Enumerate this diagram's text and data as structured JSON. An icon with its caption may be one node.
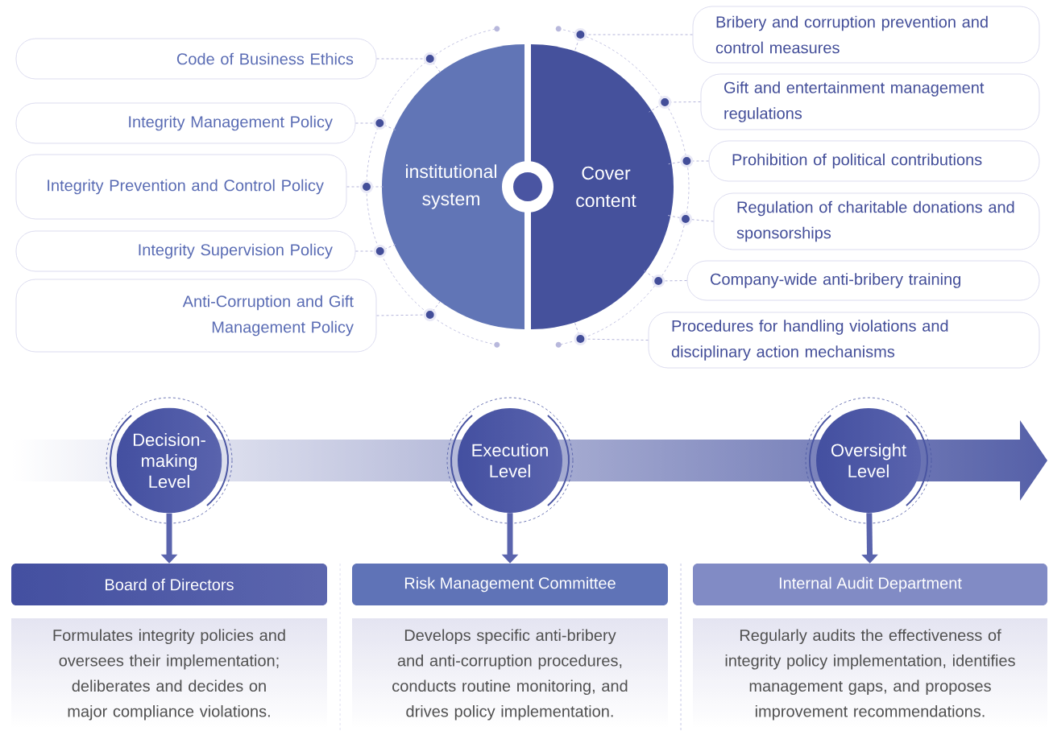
{
  "diagram": {
    "nodes": [
      {
        "text": [
          "institutional system"
        ]
      },
      {
        "text": [
          "Cover content"
        ]
      },
      {
        "text": [
          "Code of Business Ethics"
        ]
      },
      {
        "text": [
          "Integrity Management Policy"
        ]
      },
      {
        "text": [
          "Integrity Prevention and Control Policy"
        ]
      },
      {
        "text": [
          "Integrity Supervision Policy"
        ]
      },
      {
        "text": [
          "Anti-Corruption and Gift Management Policy"
        ]
      },
      {
        "text": [
          "Bribery and corruption prevention and control measures"
        ]
      },
      {
        "text": [
          "Gift and entertainment management regulations"
        ]
      },
      {
        "text": [
          "Prohibition of political contributions"
        ]
      },
      {
        "text": [
          "Regulation of charitable donations and sponsorships"
        ]
      },
      {
        "text": [
          "Company-wide anti-bribery training"
        ]
      },
      {
        "text": [
          "Procedures for handling violations and disciplinary action mechanisms"
        ]
      },
      {
        "text": [
          "Decision-making Level"
        ]
      },
      {
        "text": [
          "Execution Level"
        ]
      },
      {
        "text": [
          "Oversight Level"
        ]
      },
      {
        "text": [
          "Board of Directors"
        ]
      },
      {
        "text": [
          "Risk Management Committee"
        ]
      },
      {
        "text": [
          "Internal Audit Department"
        ]
      },
      {
        "text": [
          "Formulates integrity policies and oversees their implementation; deliberates and decides on major compliance violations."
        ]
      },
      {
        "text": [
          "Develops specific anti-bribery and anti-corruption procedures, conducts routine monitoring, and drives policy implementation."
        ]
      },
      {
        "text": [
          "Regularly audits the effectiveness of integrity policy implementation, identifies management gaps, and proposes improvement recommendations."
        ]
      }
    ],
    "edges": [
      {
        "from": 2,
        "to": 0,
        "arrow": "none",
        "style": "dashed"
      },
      {
        "from": 3,
        "to": 0,
        "arrow": "none",
        "style": "dashed"
      },
      {
        "from": 4,
        "to": 0,
        "arrow": "none",
        "style": "dashed"
      },
      {
        "from": 5,
        "to": 0,
        "arrow": "none",
        "style": "dashed"
      },
      {
        "from": 6,
        "to": 0,
        "arrow": "none",
        "style": "dashed"
      },
      {
        "from": 7,
        "to": 1,
        "arrow": "none",
        "style": "dashed"
      },
      {
        "from": 8,
        "to": 1,
        "arrow": "none",
        "style": "dashed"
      },
      {
        "from": 9,
        "to": 1,
        "arrow": "none",
        "style": "dashed"
      },
      {
        "from": 10,
        "to": 1,
        "arrow": "none",
        "style": "dashed"
      },
      {
        "from": 11,
        "to": 1,
        "arrow": "none",
        "style": "dashed"
      },
      {
        "from": 12,
        "to": 1,
        "arrow": "none",
        "style": "dashed"
      },
      {
        "from": 13,
        "to": 16,
        "arrow": "to",
        "style": "thick",
        "color": "#5a64ad"
      },
      {
        "from": 14,
        "to": 17,
        "arrow": "to",
        "style": "thick",
        "color": "#5a64ad"
      },
      {
        "from": 15,
        "to": 18,
        "arrow": "to",
        "style": "thick",
        "color": "#5a64ad"
      }
    ]
  }
}
